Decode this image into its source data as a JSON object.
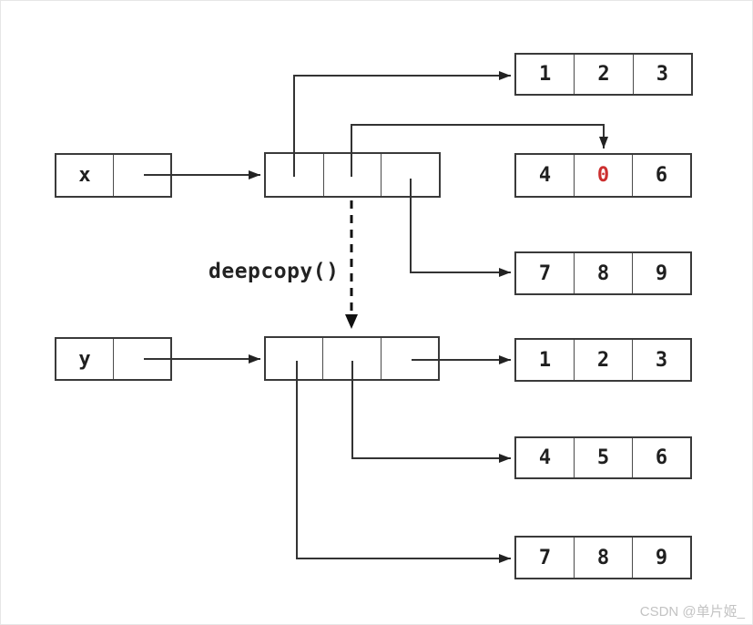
{
  "labels": {
    "deepcopy": "deepcopy()",
    "var_x": "x",
    "var_y": "y"
  },
  "lists": {
    "x_row1": [
      "1",
      "2",
      "3"
    ],
    "x_row2": [
      "4",
      "0",
      "6"
    ],
    "x_row3": [
      "7",
      "8",
      "9"
    ],
    "y_row1": [
      "1",
      "2",
      "3"
    ],
    "y_row2": [
      "4",
      "5",
      "6"
    ],
    "y_row3": [
      "7",
      "8",
      "9"
    ]
  },
  "colors": {
    "highlight_red": "#cc2f2f",
    "line": "#333333",
    "box_border": "#3a3a3a",
    "watermark_gray": "#c3c3c3"
  },
  "watermark": "CSDN @单片姬_"
}
